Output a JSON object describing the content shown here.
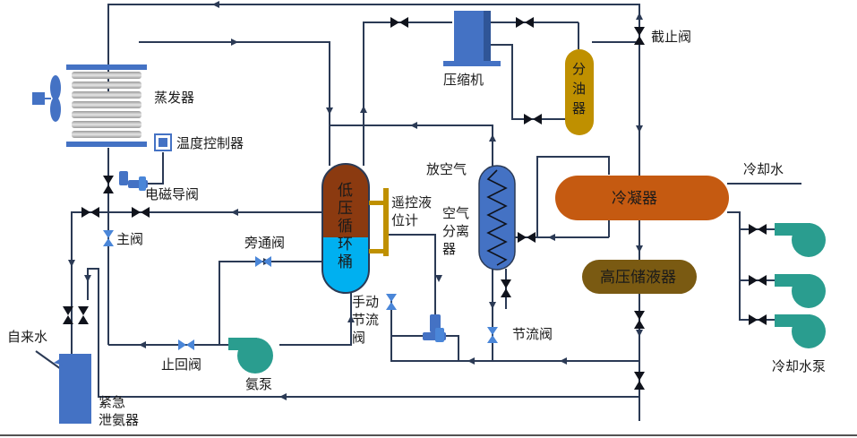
{
  "labels": {
    "compressor": "压缩机",
    "stop_valve": "截止阀",
    "oil_separator": [
      "分",
      "油",
      "器"
    ],
    "evaporator": "蒸发器",
    "temp_controller": "温度控制器",
    "solenoid_valve": "电磁导阀",
    "main_valve": "主阀",
    "vent_air": "放空气",
    "cooling_water": "冷却水",
    "condenser": "冷凝器",
    "drum_top": [
      "低",
      "压",
      "循"
    ],
    "drum_bottom": [
      "环",
      "桶"
    ],
    "level_gauge": [
      "遥控液",
      "位计"
    ],
    "air_separator": [
      "空气",
      "分离",
      "器"
    ],
    "receiver": "高压储液器",
    "bypass_valve": "旁通阀",
    "manual_throttle": [
      "手动",
      "节流",
      "阀"
    ],
    "throttle_valve": "节流阀",
    "tap_water": "自来水",
    "check_valve": "止回阀",
    "ammonia_pump": "氨泵",
    "cooling_pump": "冷却水泵",
    "emergency": [
      "紧急",
      "泄氨器"
    ]
  },
  "colors": {
    "pipe": "#2b3a55",
    "equipment_blue": "#4472c4",
    "condenser": "#c55a11",
    "receiver": "#7a5a12",
    "oil_separator": "#bf9000",
    "drum_top": "#8b3a10",
    "drum_bottom": "#00b0f0",
    "pump": "#2a9d8f",
    "valve": "#10131c",
    "blue_valve": "#4a86d8"
  }
}
